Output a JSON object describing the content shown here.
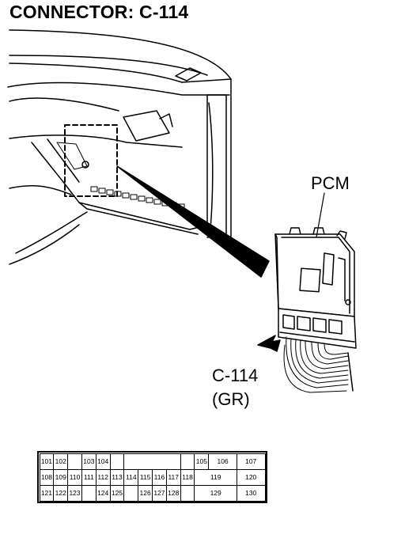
{
  "title": "CONNECTOR: C-114",
  "labels": {
    "component": "PCM",
    "connector": "C-114",
    "color": "(GR)"
  },
  "connector_pins": {
    "row1": [
      "101",
      "102",
      "",
      "103",
      "104",
      "",
      "",
      "",
      "",
      "",
      "",
      "105",
      "",
      "106",
      "",
      "107"
    ],
    "row2": [
      "108",
      "109",
      "110",
      "111",
      "112",
      "113",
      "114",
      "115",
      "116",
      "117",
      "118",
      "",
      "119",
      "",
      "120",
      ""
    ],
    "row3": [
      "121",
      "122",
      "123",
      "",
      "124",
      "125",
      "",
      "126",
      "127",
      "128",
      "",
      "",
      "129",
      "",
      "130",
      ""
    ]
  }
}
